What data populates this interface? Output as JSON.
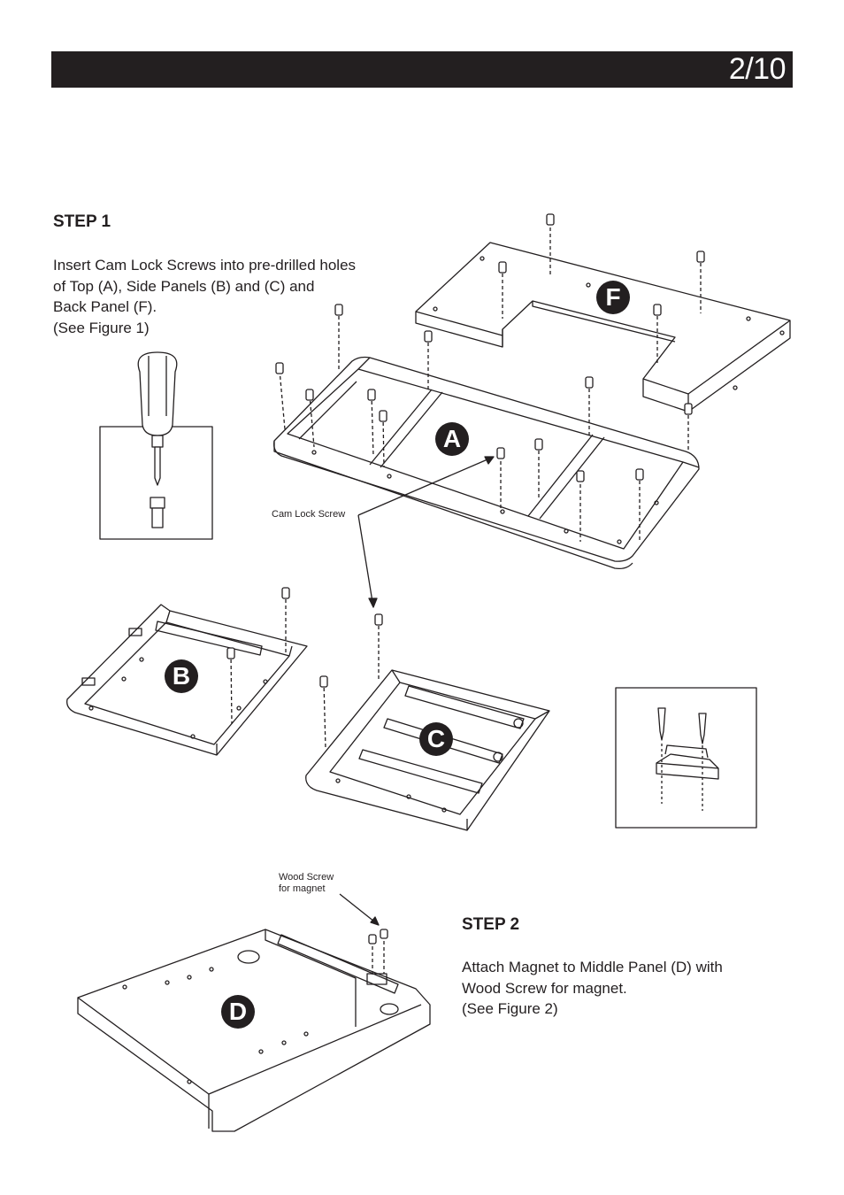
{
  "header": {
    "page_number": "2/10"
  },
  "step1": {
    "title": "STEP 1",
    "text": "Insert Cam Lock Screws into pre-drilled holes\nof Top (A), Side Panels (B) and (C) and\nBack Panel (F).\n(See Figure 1)"
  },
  "step2": {
    "title": "STEP 2",
    "text": "Attach Magnet to Middle Panel (D) with\nWood Screw for magnet.\n(See Figure 2)"
  },
  "labels": {
    "cam_lock_screw": "Cam Lock Screw",
    "wood_screw": "Wood Screw\nfor magnet"
  },
  "panels": {
    "a": "A",
    "b": "B",
    "c": "C",
    "d": "D",
    "f": "F"
  }
}
